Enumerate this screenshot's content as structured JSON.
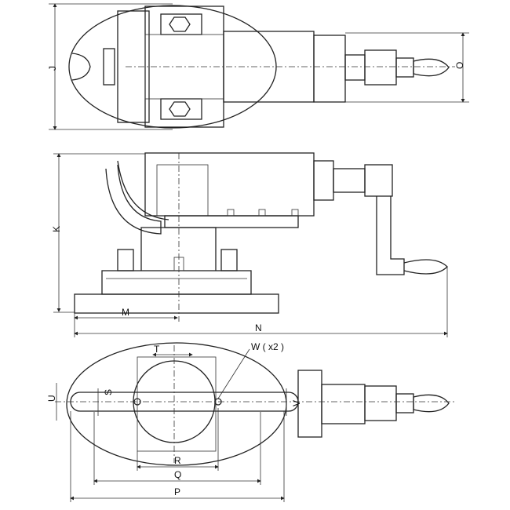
{
  "drawing": {
    "views": [
      "top-view",
      "side-view",
      "base-view"
    ],
    "dimension_labels": {
      "J": "J",
      "O": "O",
      "K": "K",
      "M": "M",
      "N": "N",
      "W": "W ( x2 )",
      "T": "T",
      "S": "S",
      "U": "U",
      "V": "V",
      "R": "R",
      "Q": "Q",
      "P": "P"
    }
  }
}
